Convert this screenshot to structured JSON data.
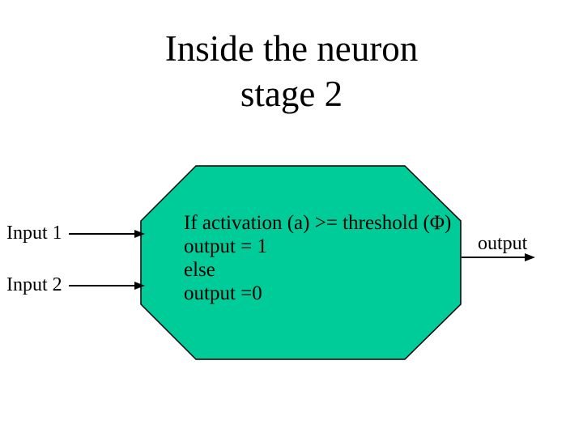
{
  "title": {
    "line1": "Inside the neuron",
    "line2": "stage 2"
  },
  "octagon": {
    "lines": [
      "If activation (a) >= threshold (Φ)",
      "output = 1",
      "else",
      "output =0"
    ]
  },
  "labels": {
    "input1": "Input 1",
    "input2": "Input 2",
    "output": "output"
  },
  "colors": {
    "background": "#ffffff",
    "octagon_fill": "#00cc99",
    "outline": "#000000",
    "text": "#000000"
  }
}
